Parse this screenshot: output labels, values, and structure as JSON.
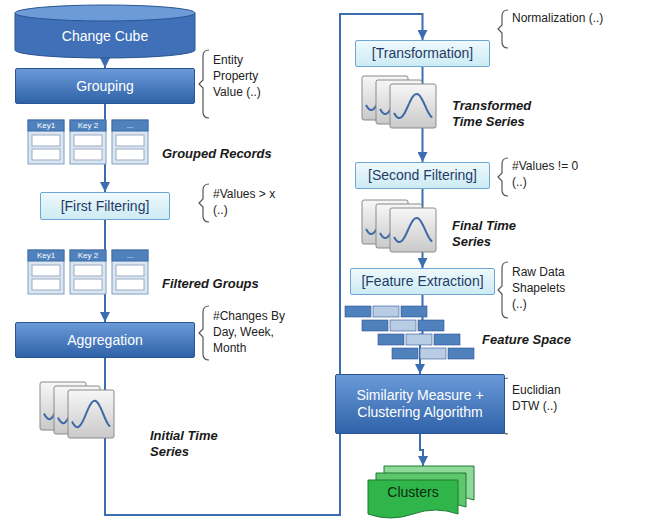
{
  "diagram": {
    "nodes": [
      {
        "text": [
          "Change Cube"
        ]
      },
      {
        "text": [
          "Grouping"
        ]
      },
      {
        "text": [
          "[First Filtering]"
        ]
      },
      {
        "text": [
          "Aggregation"
        ]
      },
      {
        "text": [
          "[Transformation]"
        ]
      },
      {
        "text": [
          "[Second Filtering]"
        ]
      },
      {
        "text": [
          "[Feature Extraction]"
        ]
      },
      {
        "text": [
          "Similarity Measure + Clustering Algorithm"
        ]
      },
      {
        "text": [
          "Clusters"
        ]
      }
    ],
    "edges": [
      {
        "from": 0,
        "to": 1,
        "arrow": "to"
      },
      {
        "from": 1,
        "to": 2,
        "arrow": "to"
      },
      {
        "from": 2,
        "to": 3,
        "arrow": "to"
      },
      {
        "from": 3,
        "to": 4,
        "arrow": "to"
      },
      {
        "from": 4,
        "to": 5,
        "arrow": "to"
      },
      {
        "from": 5,
        "to": 6,
        "arrow": "to"
      },
      {
        "from": 6,
        "to": 7,
        "arrow": "to"
      },
      {
        "from": 7,
        "to": 8,
        "arrow": "to"
      }
    ],
    "labels": [
      "Entity Property Value (..)",
      "Key1",
      "Key 2",
      "...",
      "Grouped Records",
      "#Values > x (..)",
      "Key1",
      "Key 2",
      "...",
      "Filtered Groups",
      "#Changes By Day, Week, Month",
      "Initial Time Series",
      "Normalization (..)",
      "Transformed Time Series",
      "#Values != 0 (..)",
      "Final Time Series",
      "Raw Data Shapelets (..)",
      "Feature Space",
      "Euclidian DTW (..)"
    ]
  }
}
